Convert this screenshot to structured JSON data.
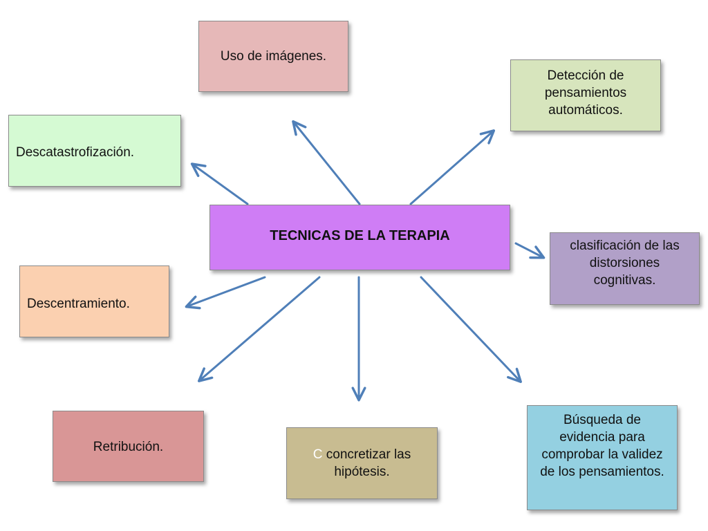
{
  "diagram": {
    "center": "TECNICAS DE LA TERAPIA",
    "nodes": {
      "imagenes": "Uso de imágenes.",
      "deteccion": "Detección de pensamientos automáticos.",
      "descatastrofizacion": "Descatastrofización.",
      "clasificacion": "clasificación de las distorsiones cognitivas.",
      "descentramiento": "Descentramiento.",
      "retribucion": "Retribución.",
      "concretizar_prefix": "C",
      "concretizar": "concretizar las hipótesis.",
      "busqueda": "Búsqueda de evidencia para comprobar la validez de los pensamientos."
    },
    "colors": {
      "center": "#cf7df5",
      "imagenes": "#e6b8b8",
      "deteccion": "#d7e5bd",
      "descatastrofizacion": "#d5fad3",
      "clasificacion": "#b1a0c8",
      "descentramiento": "#fbd0b0",
      "retribucion": "#d99696",
      "concretizar": "#c8bc91",
      "busqueda": "#94d0e1",
      "arrow": "#4f7fb8"
    }
  }
}
